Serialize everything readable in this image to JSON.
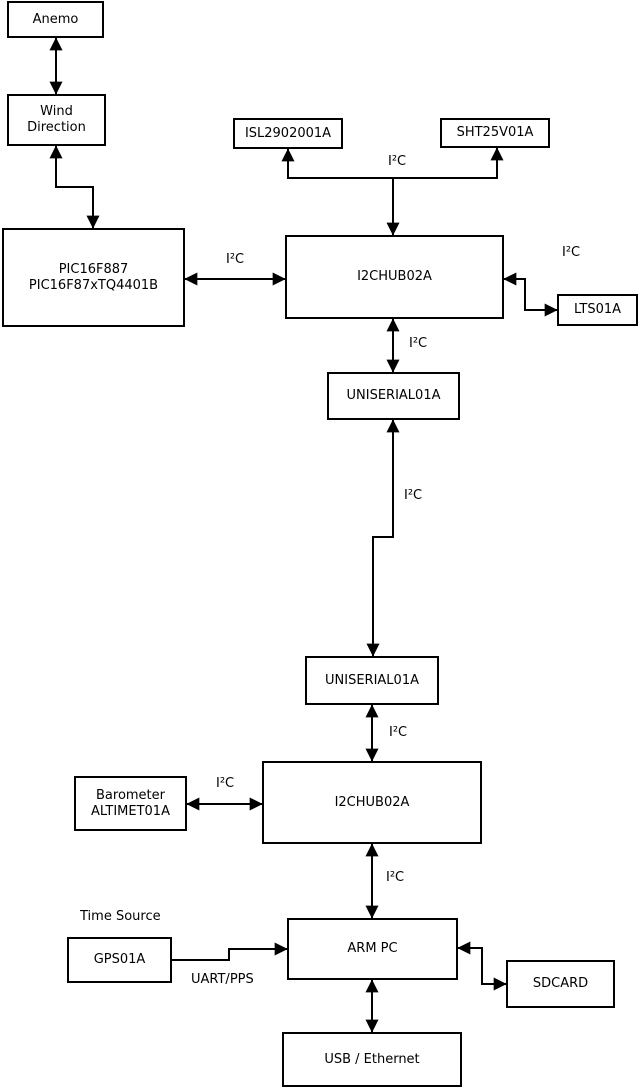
{
  "diagram": {
    "background_color": "#ffffff",
    "line_color": "#000000",
    "nodes": {
      "anemo": {
        "lines": [
          "Anemo"
        ]
      },
      "wind_direction": {
        "lines": [
          "Wind",
          "Direction"
        ]
      },
      "pic": {
        "lines": [
          "PIC16F887",
          "PIC16F87xTQ4401B"
        ]
      },
      "isl": {
        "lines": [
          "ISL2902001A"
        ]
      },
      "sht": {
        "lines": [
          "SHT25V01A"
        ]
      },
      "hub1": {
        "lines": [
          "I2CHUB02A"
        ]
      },
      "lts": {
        "lines": [
          "LTS01A"
        ]
      },
      "uni1": {
        "lines": [
          "UNISERIAL01A"
        ]
      },
      "uni2": {
        "lines": [
          "UNISERIAL01A"
        ]
      },
      "hub2": {
        "lines": [
          "I2CHUB02A"
        ]
      },
      "barometer": {
        "lines": [
          "Barometer",
          "ALTIMET01A"
        ]
      },
      "gps": {
        "lines": [
          "GPS01A"
        ]
      },
      "arm_pc": {
        "lines": [
          "ARM PC"
        ]
      },
      "sdcard": {
        "lines": [
          "SDCARD"
        ]
      },
      "usb": {
        "lines": [
          "USB / Ethernet"
        ]
      }
    },
    "edge_labels": {
      "i2c_top_bus": "I²C",
      "i2c_pic_hub1": "I²C",
      "i2c_hub1_lts": "I²C",
      "i2c_hub1_uni1": "I²C",
      "i2c_uni1_uni2": "I²C",
      "i2c_uni2_hub2": "I²C",
      "i2c_baro_hub2": "I²C",
      "i2c_hub2_arm": "I²C",
      "time_source": "Time Source",
      "uart_pps": "UART/PPS"
    }
  }
}
